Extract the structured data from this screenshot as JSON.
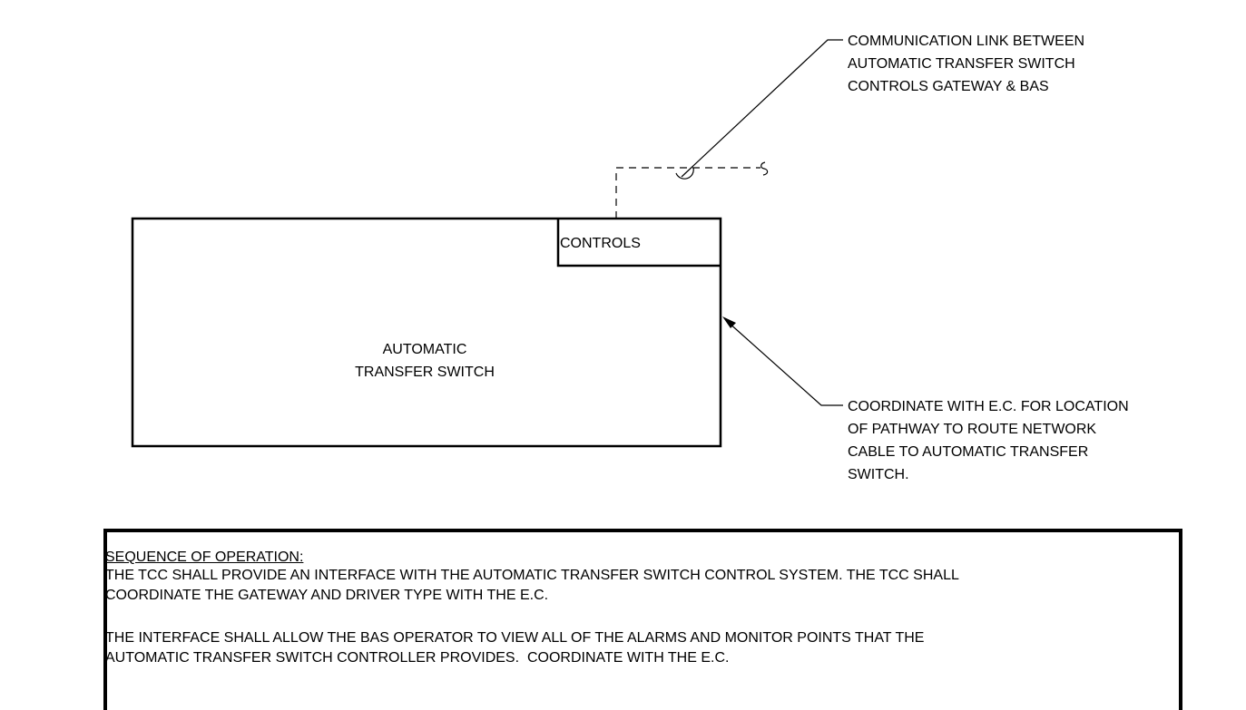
{
  "diagram": {
    "ats_label": [
      "AUTOMATIC",
      "TRANSFER SWITCH"
    ],
    "controls_label": "CONTROLS",
    "callout_top": [
      "COMMUNICATION LINK BETWEEN",
      "AUTOMATIC TRANSFER SWITCH",
      "CONTROLS GATEWAY & BAS"
    ],
    "callout_right": [
      "COORDINATE WITH E.C. FOR LOCATION",
      "OF PATHWAY TO ROUTE NETWORK",
      "CABLE TO AUTOMATIC TRANSFER",
      "SWITCH."
    ]
  },
  "sequence": {
    "title": "SEQUENCE OF OPERATION:",
    "paragraph1": "THE TCC SHALL PROVIDE AN INTERFACE WITH THE AUTOMATIC TRANSFER SWITCH CONTROL SYSTEM. THE TCC SHALL\nCOORDINATE THE GATEWAY AND DRIVER TYPE WITH THE E.C.",
    "paragraph2": "THE INTERFACE SHALL ALLOW THE BAS OPERATOR TO VIEW ALL OF THE ALARMS AND MONITOR POINTS THAT THE\nAUTOMATIC TRANSFER SWITCH CONTROLLER PROVIDES.  COORDINATE WITH THE E.C."
  }
}
